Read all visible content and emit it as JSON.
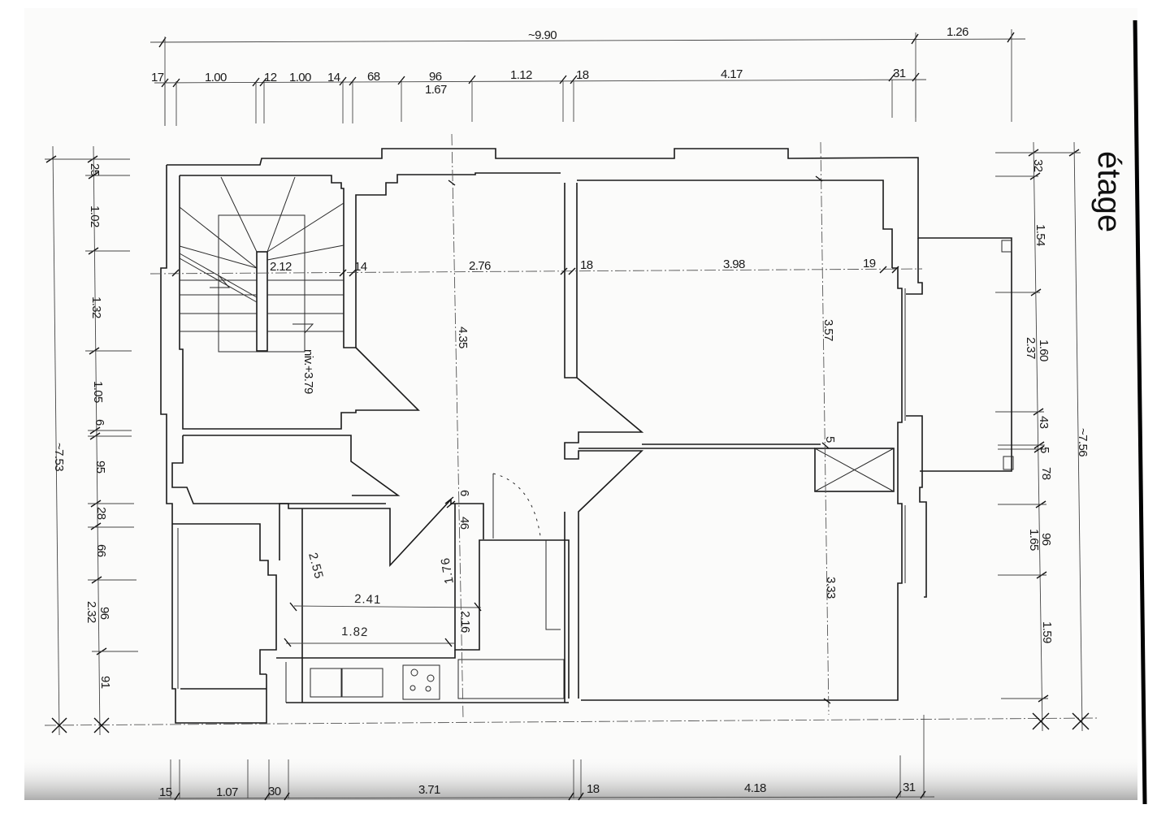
{
  "document": {
    "title": "étage",
    "type": "architectural floor plan (scanned)"
  },
  "dimensions": {
    "top_overall": {
      "total": "~9.90",
      "right_extension": "1.26"
    },
    "top_chain": [
      "17",
      "1.00",
      "12",
      "1.00",
      "14",
      "68",
      "96",
      "1.67",
      "1.12",
      "18",
      "4.17",
      "31"
    ],
    "bottom_chain": [
      "15",
      "1.07",
      "30",
      "3.71",
      "18",
      "4.18",
      "31"
    ],
    "left_overall": "~7.53",
    "left_chain": [
      "25",
      "1.02",
      "1.32",
      "1.05",
      "6",
      "95",
      "28",
      "66",
      "96",
      "2.32",
      "91"
    ],
    "right_overall": "~7.56",
    "right_chain": [
      "32",
      "1.54",
      "1.60",
      "2.37",
      "43",
      "5",
      "78",
      "96",
      "1.65",
      "1.59"
    ],
    "interior_horizontal": [
      "2.12",
      "14",
      "2.76",
      "18",
      "3.98",
      "19"
    ],
    "interior_vertical": [
      "4.35",
      "3.57",
      "5",
      "3.33",
      "6",
      "46"
    ],
    "kitchen": {
      "width_a": "2.41",
      "width_b": "1.82",
      "depth": "2.55",
      "side": "1.76",
      "height": "2.16"
    }
  },
  "annotations": {
    "level": "niv.+3.79"
  }
}
